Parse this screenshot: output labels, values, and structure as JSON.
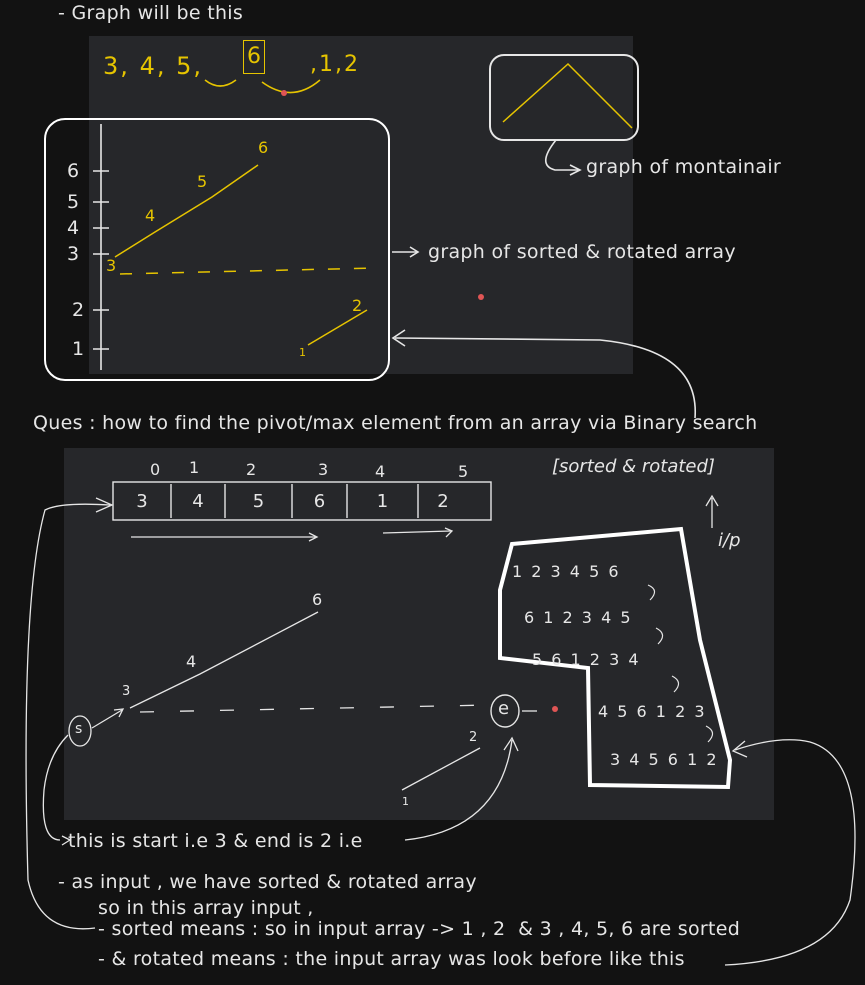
{
  "notes": {
    "line1": "- Graph will be this",
    "graph_sorted": "graph of sorted & rotated array",
    "graph_mountain": "graph of montainair",
    "question": "Ques : how to find the pivot/max element from an array via Binary search",
    "start_end": "this is start i.e 3 & end is 2 i.e",
    "as_input": "- as input , we have sorted & rotated array",
    "so_in": "so in this array input ,",
    "sorted_means": "- sorted means : so in input array -> 1 , 2  & 3 , 4, 5, 6 are sorted",
    "rotated_means": "- & rotated means : the input array was look before like this"
  },
  "top_sequence": [
    "3",
    ",",
    "4",
    ",",
    "5",
    ",",
    "6",
    ",",
    "1",
    ",",
    "2"
  ],
  "graph": {
    "y_ticks": [
      "6",
      "5",
      "4",
      "3",
      "2",
      "1"
    ],
    "point_labels": [
      "6",
      "5",
      "4",
      "3",
      "2",
      "1"
    ]
  },
  "array": {
    "indices": [
      "0",
      "1",
      "2",
      "3",
      "4",
      "5"
    ],
    "values": [
      "3",
      "4",
      "5",
      "6",
      "1",
      "2"
    ]
  },
  "sorted_rotated_tag": "[sorted & rotated]",
  "ip_label": "i/p",
  "rotations": [
    "1 2 3 4 5 6",
    "6 1 2 3 4 5",
    "5 6 1 2 3 4",
    "4 5 6 1 2 3",
    "3 4 5 6 1 2"
  ],
  "diagram2": {
    "start_label": "s",
    "end_label": "e",
    "points": [
      "6",
      "4",
      "3",
      "2",
      "1"
    ]
  },
  "colors": {
    "yellow": "#e6c400",
    "white": "#e6e6e6",
    "panel": "#26272a",
    "background": "#121212",
    "dot": "#e05555"
  }
}
